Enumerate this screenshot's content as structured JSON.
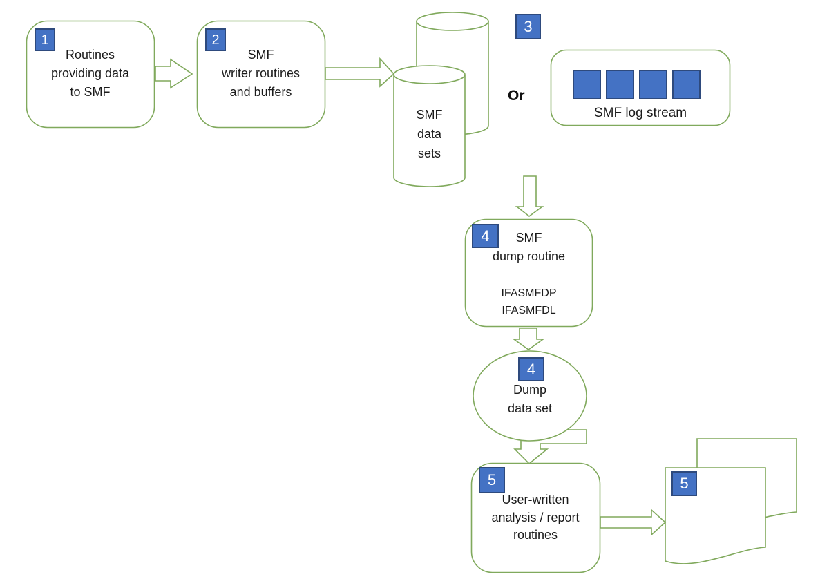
{
  "colors": {
    "line_green": "#80a95c",
    "badge_blue": "#4472c4",
    "badge_border": "#2e4a7d",
    "text": "#1b1b1b"
  },
  "nodes": {
    "providers": {
      "badge": "1",
      "line1": "Routines",
      "line2": "providing data",
      "line3": "to SMF"
    },
    "writer": {
      "badge": "2",
      "line1": "SMF",
      "line2": "writer routines",
      "line3": "and buffers"
    },
    "datasets": {
      "line1": "SMF",
      "line2": "data",
      "line3": "sets"
    },
    "logstream": {
      "badge": "3",
      "label": "SMF log stream"
    },
    "or_label": "Or",
    "dump_routine": {
      "badge": "4",
      "line1": "SMF",
      "line2": "dump routine",
      "prog1": "IFASMFDP",
      "prog2": "IFASMFDL"
    },
    "dump_dataset": {
      "badge": "4",
      "line1": "Dump",
      "line2": "data set"
    },
    "analysis": {
      "badge": "5",
      "line1": "User-written",
      "line2": "analysis / report",
      "line3": "routines"
    },
    "report_output": {
      "badge": "5"
    }
  }
}
